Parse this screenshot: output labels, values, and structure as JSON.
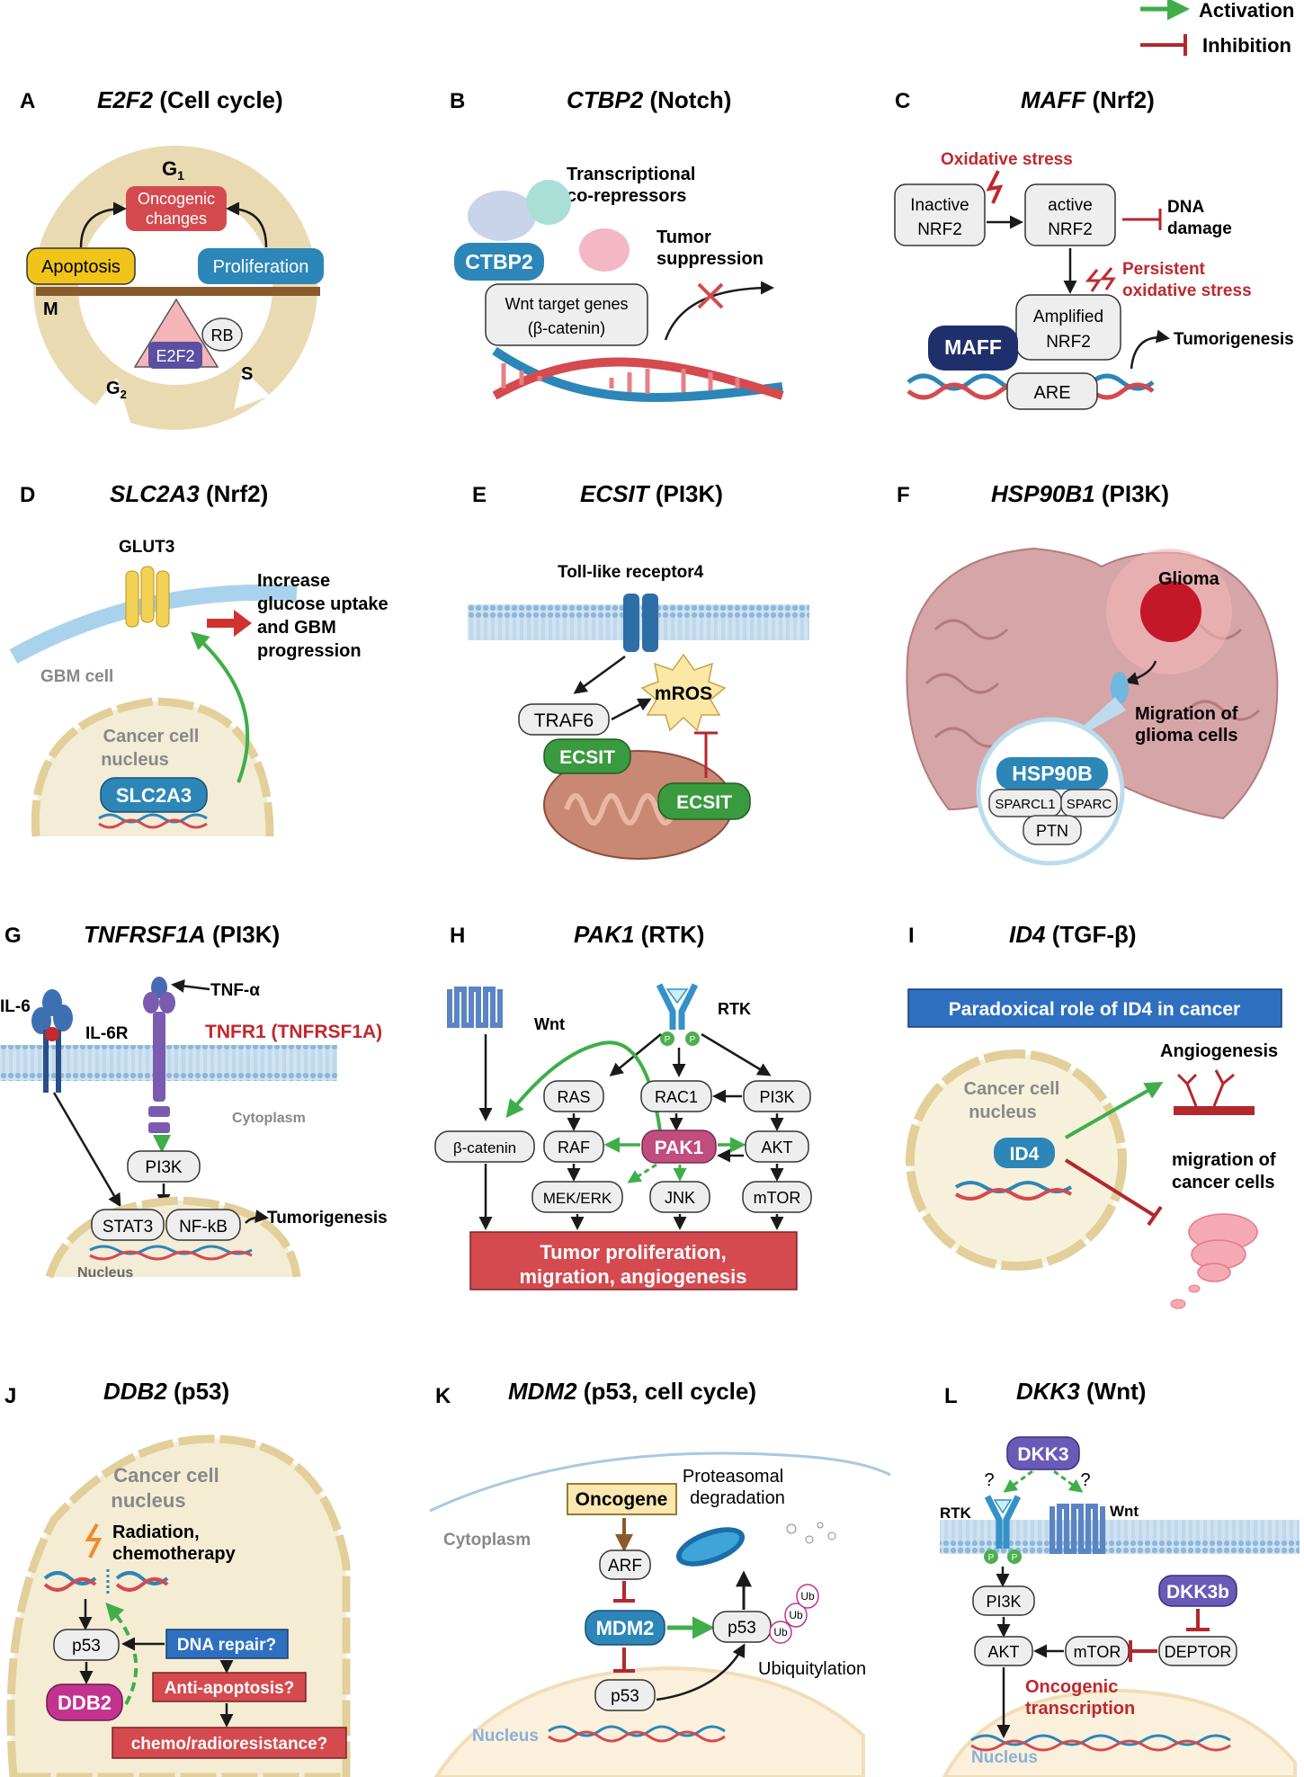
{
  "legend": {
    "activation": "Activation",
    "inhibition": "Inhibition"
  },
  "colors": {
    "activation": "#3fae49",
    "inhibition": "#b2282d",
    "blue": "#2c86b8",
    "red": "#d44a4f",
    "green": "#3a9a3f",
    "navy": "#2a3f8a",
    "magenta": "#c2338f",
    "purple": "#6a5ab8",
    "ring": "#e9dab2"
  },
  "panels": {
    "A": {
      "letter": "A",
      "gene": "E2F2",
      "pathway": "(Cell cycle)",
      "g1_main": "G",
      "g1_sub": "1",
      "oncogenic_l1": "Oncogenic",
      "oncogenic_l2": "changes",
      "apoptosis": "Apoptosis",
      "proliferation": "Proliferation",
      "m": "M",
      "rb": "RB",
      "e2f2": "E2F2",
      "s": "S",
      "g2_main": "G",
      "g2_sub": "2"
    },
    "B": {
      "letter": "B",
      "gene": "CTBP2",
      "pathway": "(Notch)",
      "corep_l1": "Transcriptional",
      "corep_l2": "co-repressors",
      "ctbp2": "CTBP2",
      "tumor_l1": "Tumor",
      "tumor_l2": "suppression",
      "wnt_l1": "Wnt target genes",
      "wnt_l2": "(β-catenin)"
    },
    "C": {
      "letter": "C",
      "gene": "MAFF",
      "pathway": "(Nrf2)",
      "oxstress": "Oxidative stress",
      "inactive_l1": "Inactive",
      "inactive_l2": "NRF2",
      "active_l1": "active",
      "active_l2": "NRF2",
      "dna_l1": "DNA",
      "dna_l2": "damage",
      "persist_l1": "Persistent",
      "persist_l2": "oxidative stress",
      "amp_l1": "Amplified",
      "amp_l2": "NRF2",
      "maff": "MAFF",
      "are": "ARE",
      "tumorigenesis": "Tumorigenesis"
    },
    "D": {
      "letter": "D",
      "gene": "SLC2A3",
      "pathway": "(Nrf2)",
      "glut3": "GLUT3",
      "inc_l1": "Increase",
      "inc_l2": "glucose uptake",
      "inc_l3": "and GBM",
      "inc_l4": "progression",
      "gbm": "GBM cell",
      "nuc_l1": "Cancer cell",
      "nuc_l2": "nucleus",
      "slc2a3": "SLC2A3"
    },
    "E": {
      "letter": "E",
      "gene": "ECSIT",
      "pathway": "(PI3K)",
      "tlr": "Toll-like receptor4",
      "traf6": "TRAF6",
      "mros": "mROS",
      "ecsit1": "ECSIT",
      "ecsit2": "ECSIT"
    },
    "F": {
      "letter": "F",
      "gene": "HSP90B1",
      "pathway": "(PI3K)",
      "glioma": "Glioma",
      "mig_l1": "Migration of",
      "mig_l2": "glioma cells",
      "hsp90b": "HSP90B",
      "sparcl1": "SPARCL1",
      "sparc": "SPARC",
      "ptn": "PTN"
    },
    "G": {
      "letter": "G",
      "gene": "TNFRSF1A",
      "pathway": "(PI3K)",
      "il6": "IL-6",
      "il6r": "IL-6R",
      "tnfa": "TNF-α",
      "tnfr1": "TNFR1 (TNFRSF1A)",
      "cytoplasm": "Cytoplasm",
      "pi3k": "PI3K",
      "stat3": "STAT3",
      "nfkb": "NF-kB",
      "tumorigenesis": "Tumorigenesis",
      "nucleus": "Nucleus"
    },
    "H": {
      "letter": "H",
      "gene": "PAK1",
      "pathway": "(RTK)",
      "wnt": "Wnt",
      "rtk": "RTK",
      "p": "P",
      "ras": "RAS",
      "rac1": "RAC1",
      "pi3k": "PI3K",
      "bcat": "β-catenin",
      "raf": "RAF",
      "pak1": "PAK1",
      "akt": "AKT",
      "mek": "MEK/ERK",
      "jnk": "JNK",
      "mtor": "mTOR",
      "out_l1": "Tumor proliferation,",
      "out_l2": "migration, angiogenesis"
    },
    "I": {
      "letter": "I",
      "gene": "ID4",
      "pathway": "(TGF-β)",
      "banner": "Paradoxical role of ID4 in cancer",
      "angio": "Angiogenesis",
      "nuc_l1": "Cancer cell",
      "nuc_l2": "nucleus",
      "id4": "ID4",
      "mig_l1": "migration of",
      "mig_l2": "cancer cells"
    },
    "J": {
      "letter": "J",
      "gene": "DDB2",
      "pathway": "(p53)",
      "nuc_l1": "Cancer cell",
      "nuc_l2": "nucleus",
      "rad_l1": "Radiation,",
      "rad_l2": "chemotherapy",
      "p53": "p53",
      "ddb2": "DDB2",
      "repair": "DNA repair?",
      "antiapop": "Anti-apoptosis?",
      "chemo": "chemo/radioresistance?"
    },
    "K": {
      "letter": "K",
      "gene": "MDM2",
      "pathway": "(p53, cell cycle)",
      "oncogene": "Oncogene",
      "prot_l1": "Proteasomal",
      "prot_l2": "degradation",
      "cytoplasm": "Cytoplasm",
      "arf": "ARF",
      "mdm2": "MDM2",
      "p53a": "p53",
      "p53b": "p53",
      "ub": "Ub",
      "ubiq": "Ubiquitylation",
      "nucleus": "Nucleus"
    },
    "L": {
      "letter": "L",
      "gene": "DKK3",
      "pathway": "(Wnt)",
      "dkk3": "DKK3",
      "q": "?",
      "rtk": "RTK",
      "wnt": "Wnt",
      "p": "P",
      "dkk3b": "DKK3b",
      "pi3k": "PI3K",
      "akt": "AKT",
      "mtor": "mTOR",
      "deptor": "DEPTOR",
      "onco_l1": "Oncogenic",
      "onco_l2": "transcription",
      "nucleus": "Nucleus"
    }
  }
}
